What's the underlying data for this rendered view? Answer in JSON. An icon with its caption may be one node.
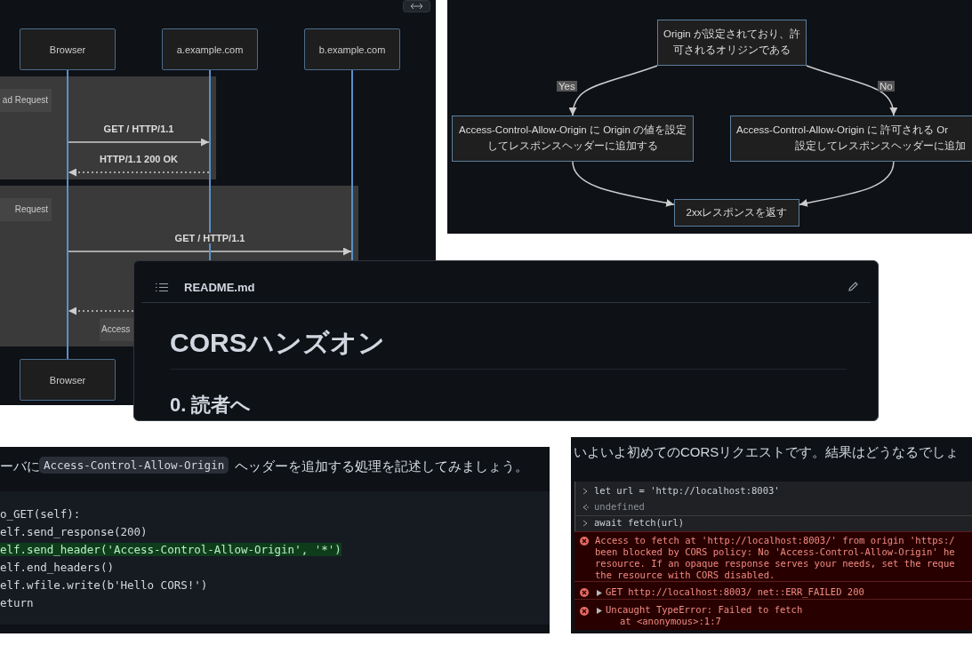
{
  "diagram": {
    "nodes": [
      {
        "text": [
          "Browser"
        ]
      },
      {
        "text": [
          "a.example.com"
        ]
      },
      {
        "text": [
          "b.example.com"
        ]
      },
      {
        "text": [],
        "shape": "bar"
      },
      {
        "text": [],
        "shape": "bar"
      },
      {
        "text": [],
        "shape": "bar"
      },
      {
        "text": [
          "Browser"
        ]
      },
      {
        "text": [
          "Origin が設定されており、許可されるオリジンである"
        ]
      },
      {
        "text": [
          "Access-Control-Allow-Origin に Origin の値を設定してレスポンスヘッダーに追加する"
        ]
      },
      {
        "text": [
          "Access-Control-Allow-Origin に 許可される Or",
          "設定してレスポンスヘッダーに追加"
        ]
      },
      {
        "text": [
          "2xxレスポンスを返す"
        ]
      }
    ],
    "edges": [
      {
        "from": 3,
        "to": 4,
        "arrow": "to",
        "label": "GET / HTTP/1.1"
      },
      {
        "from": 4,
        "to": 3,
        "arrow": "to",
        "label": "HTTP/1.1 200 OK",
        "style": "dashed"
      },
      {
        "from": 3,
        "to": 5,
        "arrow": "to",
        "label": "GET / HTTP/1.1"
      },
      {
        "from": 5,
        "to": 3,
        "arrow": "to",
        "style": "dashed"
      },
      {
        "from": 7,
        "to": 8,
        "arrow": "to",
        "label": "Yes"
      },
      {
        "from": 7,
        "to": 9,
        "arrow": "to",
        "label": "No"
      },
      {
        "from": 8,
        "to": 10,
        "arrow": "to"
      },
      {
        "from": 9,
        "to": 10,
        "arrow": "to"
      }
    ],
    "labels": [
      "ad Request",
      "Request",
      "Access",
      "README.md",
      "CORSハンズオン",
      "0. 読者へ",
      "ーバに",
      "Access-Control-Allow-Origin",
      "ヘッダーを追加する処理を記述してみましょう。",
      "o_GET(self):",
      "elf.send_response(200)",
      "elf.send_header('Access-Control-Allow-Origin', '*')",
      "elf.end_headers()",
      "elf.wfile.write(b'Hello CORS!')",
      "eturn",
      "いよいよ初めてのCORSリクエストです。結果はどうなるでしょ",
      "let url = 'http://localhost:8003'",
      "undefined",
      "await fetch(url)",
      "Access to fetch at 'http://localhost:8003/' from origin 'https:/",
      "been blocked by CORS policy: No 'Access-Control-Allow-Origin' he",
      "resource. If an opaque response serves your needs, set the reque",
      "the resource with CORS disabled.",
      "GET http://localhost:8003/ net::ERR_FAILED 200",
      "Uncaught TypeError: Failed to fetch",
      "at <anonymous>:1:7"
    ]
  }
}
